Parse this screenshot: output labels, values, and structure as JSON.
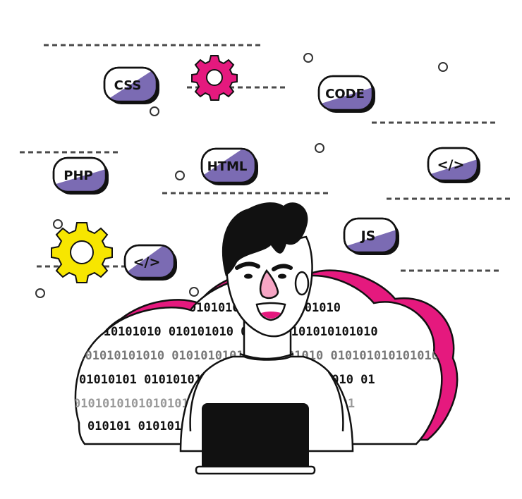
{
  "tags": {
    "css": "CSS",
    "code": "CODE",
    "php": "PHP",
    "html": "HTML",
    "close_tag_right": "</>",
    "js": "JS",
    "close_tag_left": "</>"
  },
  "binary_rows": [
    "0101010 0101010101010",
    "01010101010 010101010 010 010101010101010",
    "0101010101010 0101010101010 0101010 010101010101010",
    "01010101 0101010101010 010101010101010 01",
    "010101010101010101 010 0101010101010101",
    "010101 010101010 0101010101010"
  ],
  "colors": {
    "magenta": "#e5197e",
    "yellow": "#f7e600",
    "purple": "#7b6bb3",
    "skin": "#ffffff",
    "nose": "#f6a5c4",
    "black": "#111111",
    "dash": "#555555"
  }
}
